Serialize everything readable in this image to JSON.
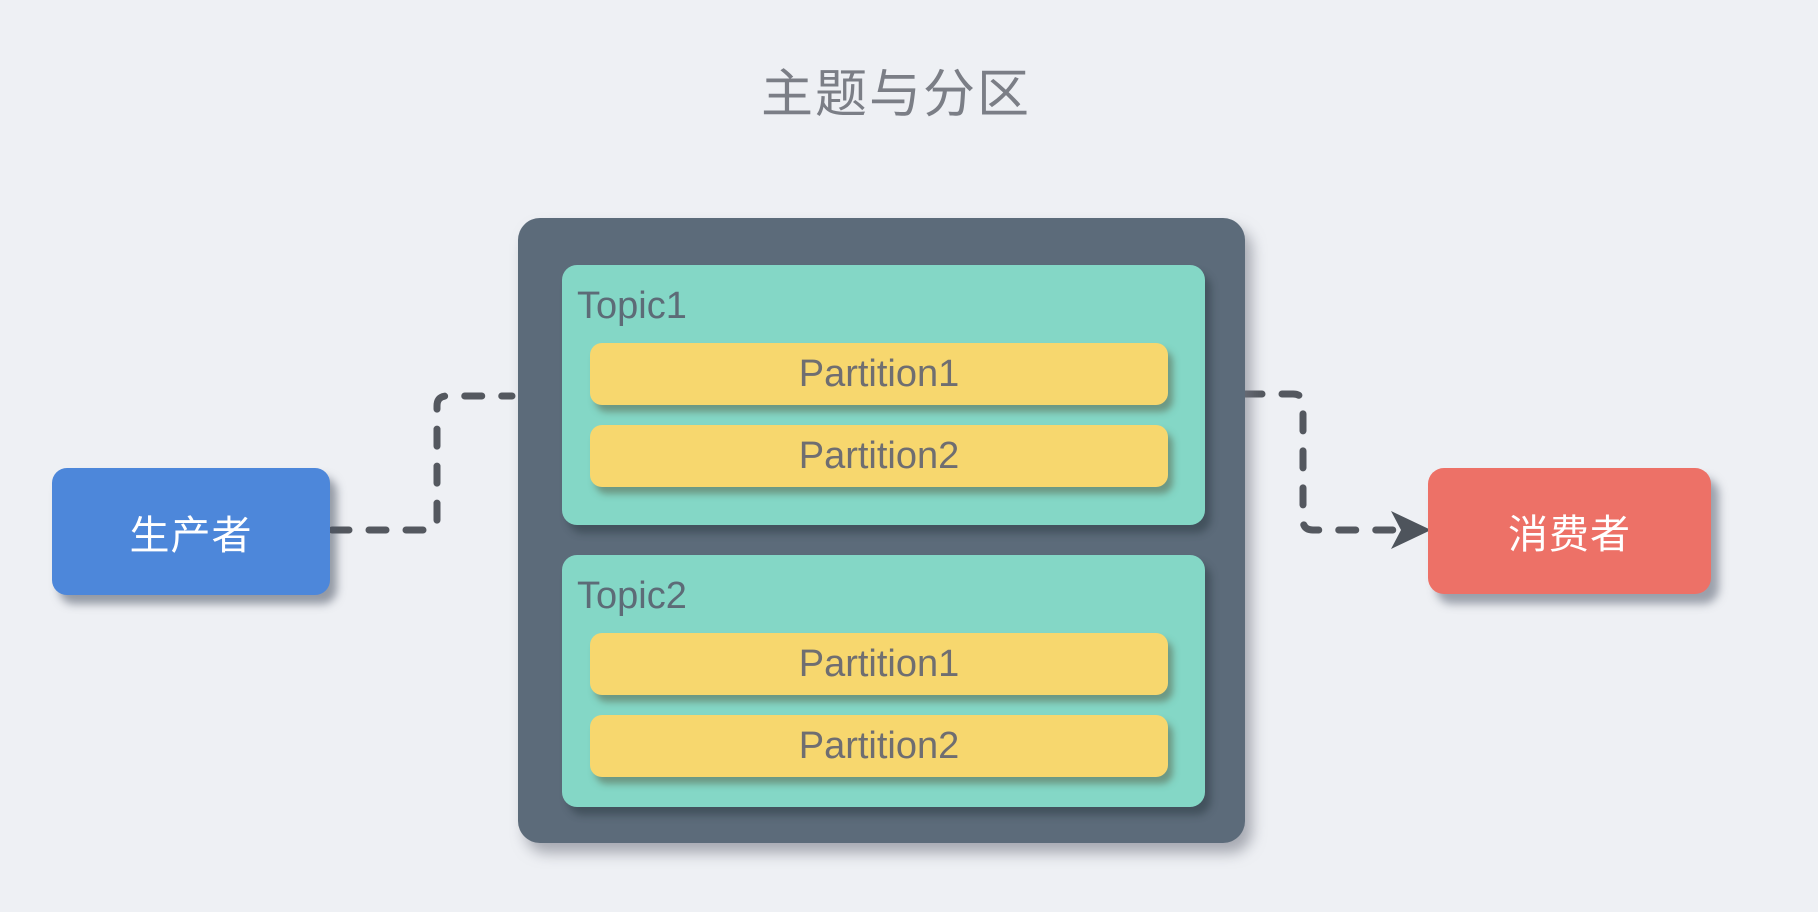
{
  "title": "主题与分区",
  "producer": {
    "label": "生产者"
  },
  "consumer": {
    "label": "消费者"
  },
  "broker": {
    "topics": [
      {
        "label": "Topic1",
        "partitions": [
          "Partition1",
          "Partition2"
        ]
      },
      {
        "label": "Topic2",
        "partitions": [
          "Partition1",
          "Partition2"
        ]
      }
    ]
  },
  "colors": {
    "page-bg": "#eef0f4",
    "title-text": "#7b7e86",
    "producer-bg": "#4d87da",
    "consumer-bg": "#ed7167",
    "broker-bg": "#5c6b7a",
    "topic-bg": "#84d7c6",
    "partition-bg": "#f7d76e",
    "topic-text": "#5d6b77",
    "partition-text": "#6f6e71",
    "node-text": "#ffffff",
    "dash": "#54585f",
    "arrowhead": "#4e545c",
    "entry-arrowhead": "#7a4a55"
  }
}
